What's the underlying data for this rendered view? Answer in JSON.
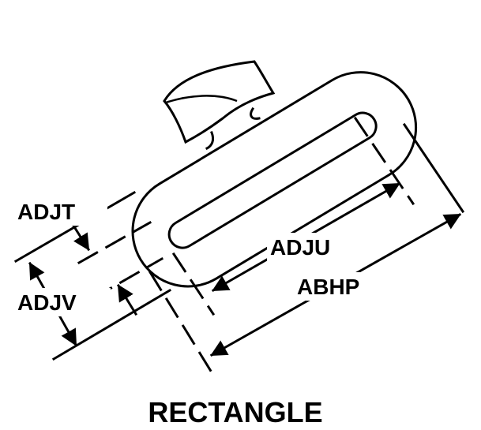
{
  "labels": {
    "adjt": "ADJT",
    "adjv": "ADJV",
    "adju": "ADJU",
    "abhp": "ABHP"
  },
  "caption": "RECTANGLE",
  "colors": {
    "ink": "#000000",
    "background": "#ffffff"
  }
}
